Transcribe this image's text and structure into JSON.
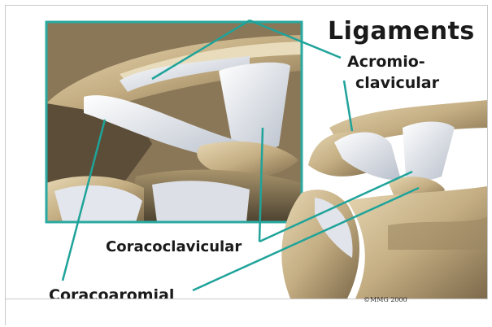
{
  "figure": {
    "title": "Ligaments",
    "labels": {
      "acromio_line1": "Acromio-",
      "acromio_line2": "clavicular",
      "coracoclavicular": "Coracoclavicular",
      "coracoaromial": "Coracoaromial"
    },
    "credit": "©MMG 2000"
  },
  "colors": {
    "callout_line": "#1fa39a",
    "inset_border": "#2aa9a0",
    "bone": "#c9b48c",
    "bone_shadow": "#6f5f45",
    "ligament": "#e9ecf2"
  }
}
